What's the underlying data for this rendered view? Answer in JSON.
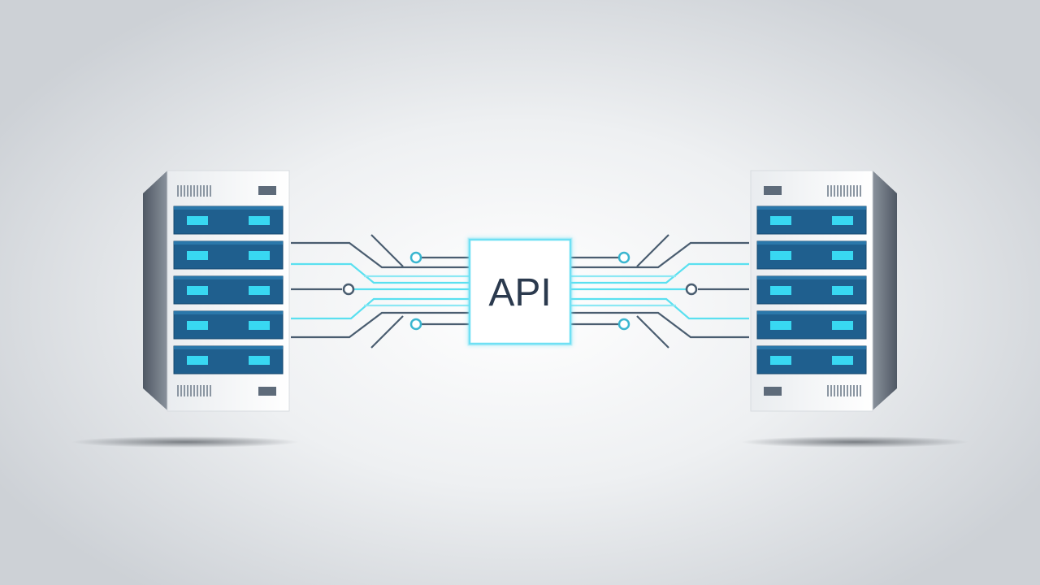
{
  "diagram": {
    "center_label": "API",
    "nodes": [
      {
        "id": "left-server",
        "icon": "server-rack-icon",
        "drive_bays": 5
      },
      {
        "id": "right-server",
        "icon": "server-rack-icon",
        "drive_bays": 5
      }
    ],
    "connector_style": "circuit-traces"
  },
  "colors": {
    "accent": "#5ae0f0",
    "trace_dark": "#4a5d70",
    "bay": "#1f5f8e",
    "bay_light": "#38d8f2",
    "chip_border": "#6fe0f4",
    "label_text": "#2b3a4e"
  }
}
